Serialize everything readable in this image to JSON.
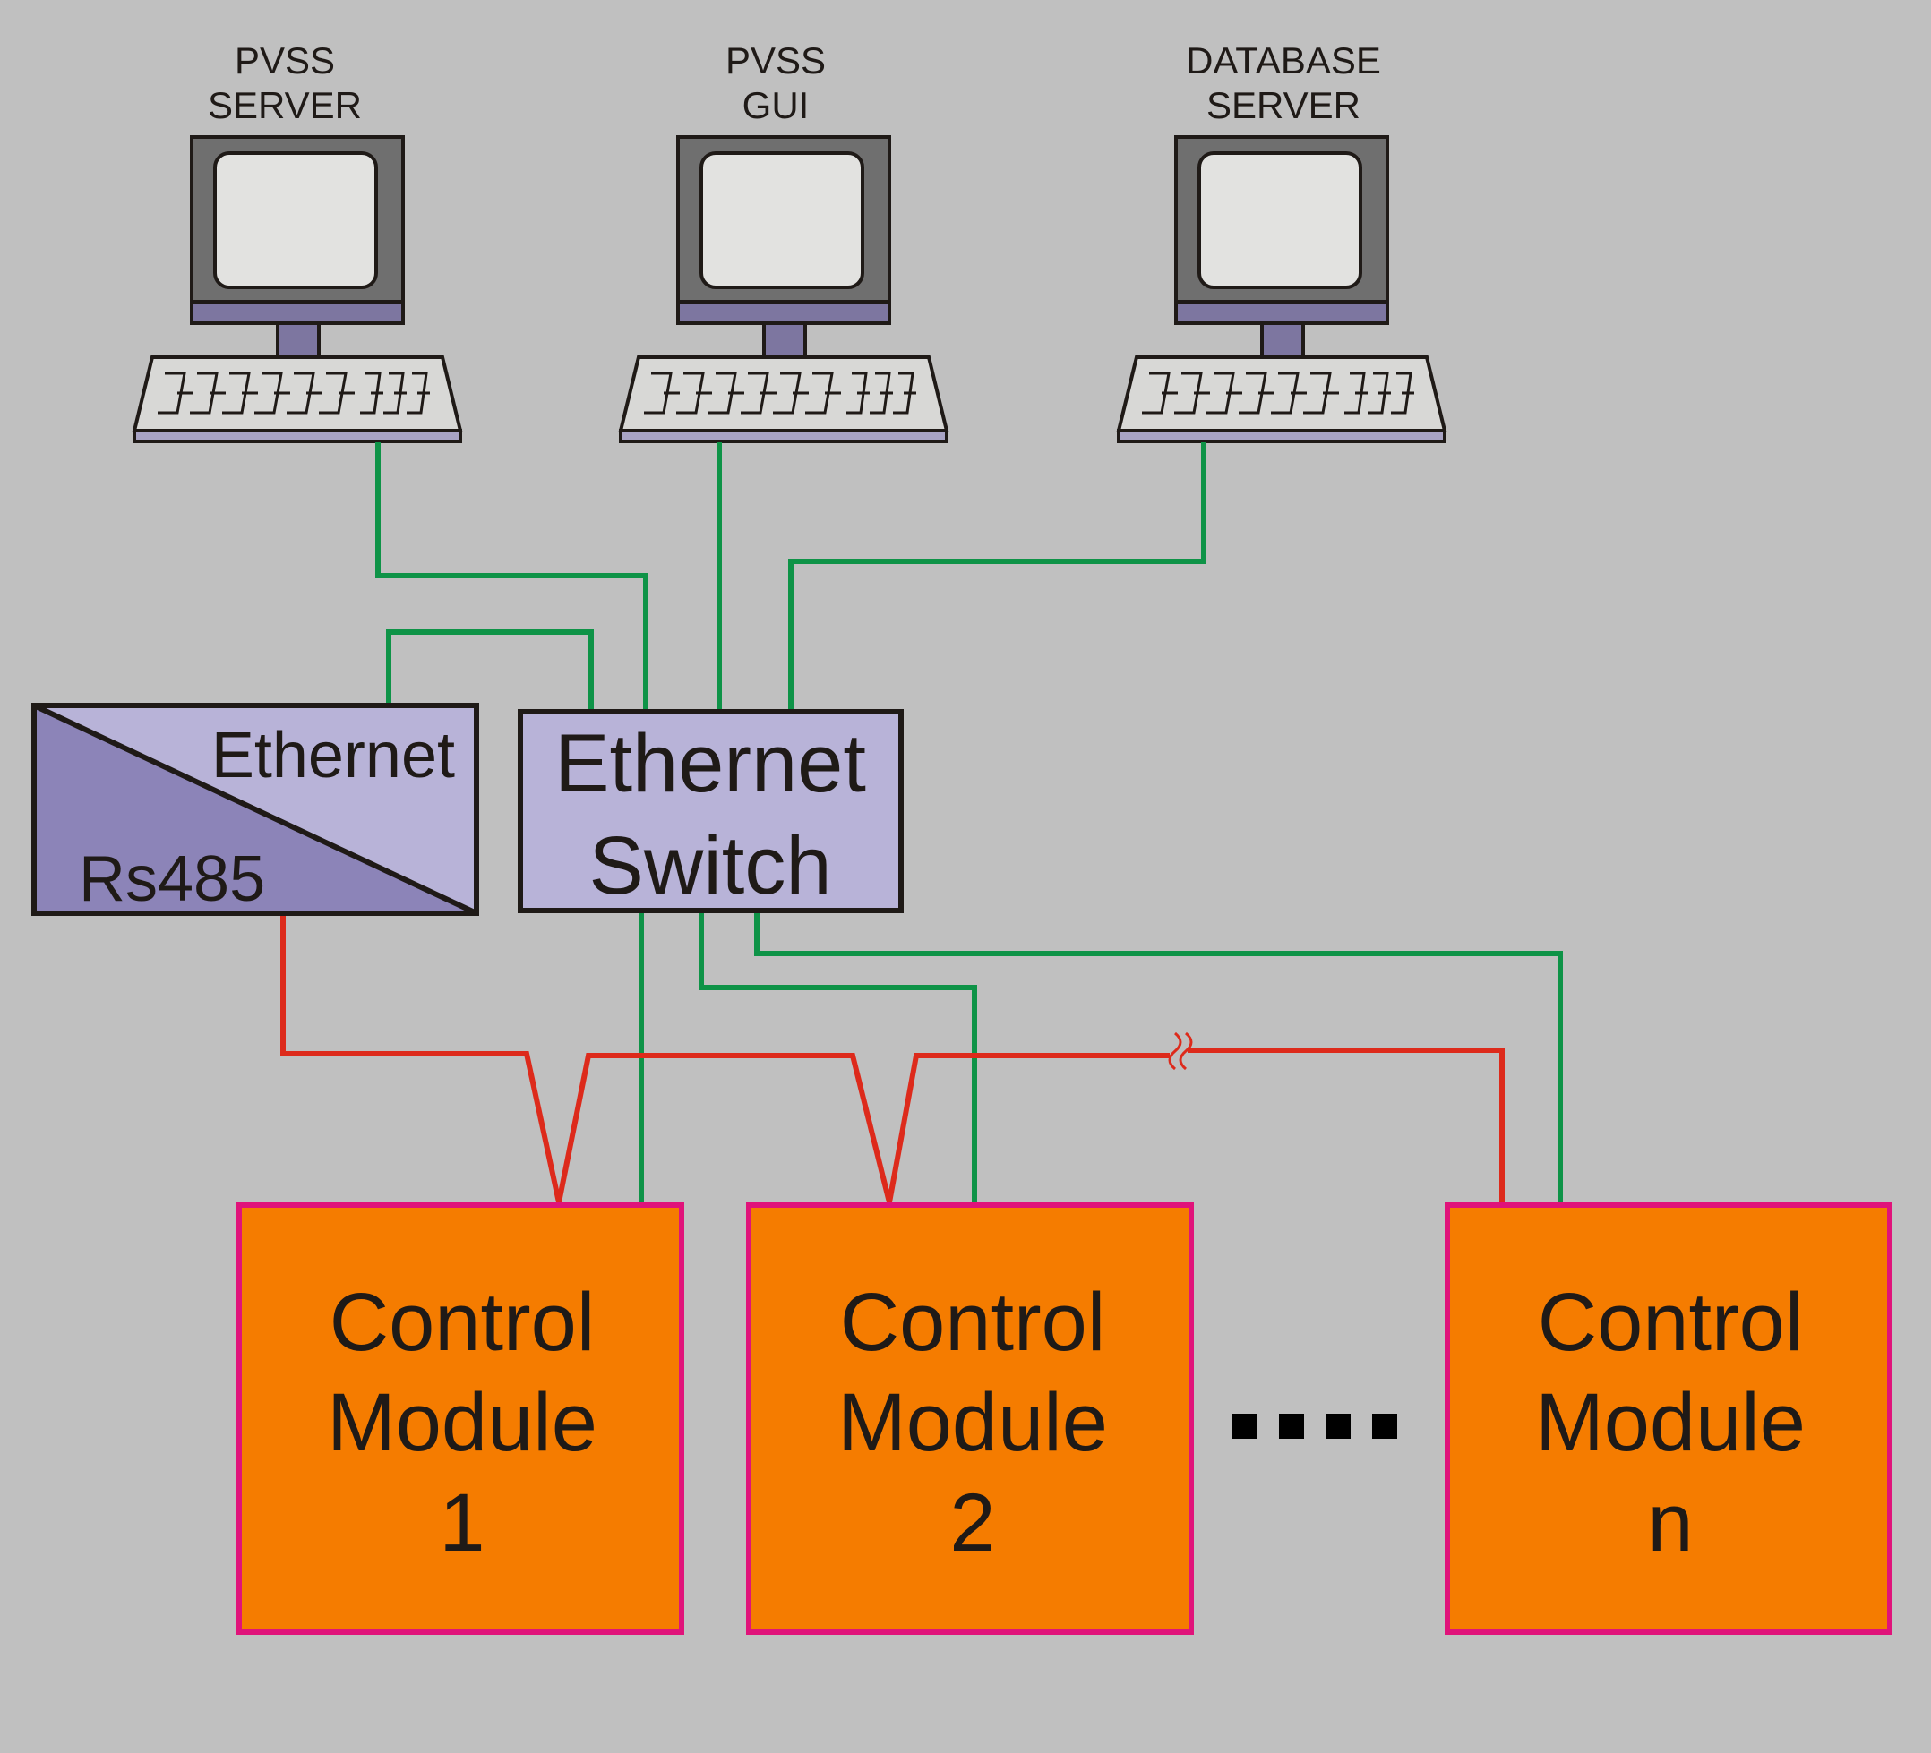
{
  "computers": [
    {
      "line1": "PVSS",
      "line2": "SERVER"
    },
    {
      "line1": "PVSS",
      "line2": "GUI"
    },
    {
      "line1": "DATABASE",
      "line2": "SERVER"
    }
  ],
  "converter": {
    "top_label": "Ethernet",
    "bottom_label": "Rs485"
  },
  "switch": {
    "line1": "Ethernet",
    "line2": "Switch"
  },
  "modules": [
    {
      "line1": "Control",
      "line2": "Module",
      "line3": "1"
    },
    {
      "line1": "Control",
      "line2": "Module",
      "line3": "2"
    },
    {
      "line1": "Control",
      "line2": "Module",
      "line3": "n"
    }
  ],
  "colors": {
    "background": "#c0c0c0",
    "ethernet_cable": "#0e9347",
    "rs485_cable": "#dd2a1b",
    "module_fill": "#f57c00",
    "module_border": "#e0137a",
    "device_fill": "#b8b3d8"
  }
}
